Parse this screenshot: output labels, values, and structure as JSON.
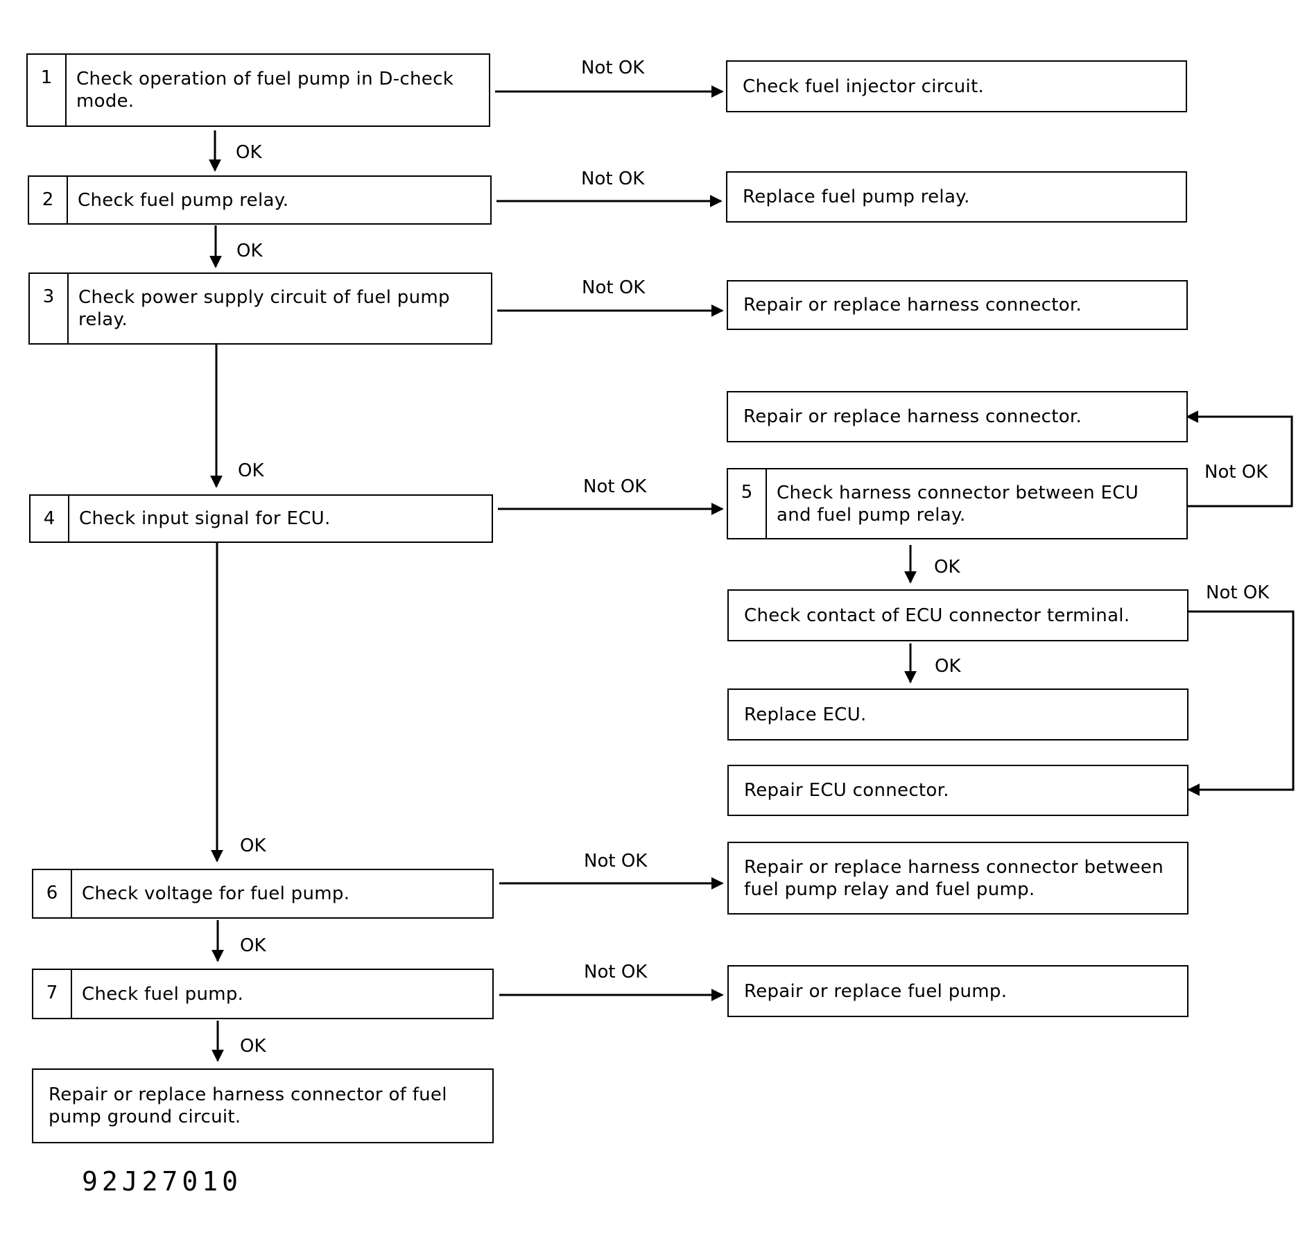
{
  "steps": {
    "s1": {
      "num": "1",
      "text": "Check operation of fuel pump in D-check mode."
    },
    "s2": {
      "num": "2",
      "text": "Check fuel pump relay."
    },
    "s3": {
      "num": "3",
      "text": "Check power supply circuit of fuel pump relay."
    },
    "s4": {
      "num": "4",
      "text": "Check input signal for ECU."
    },
    "s5": {
      "num": "5",
      "text": "Check harness connector between ECU and fuel pump relay."
    },
    "s6": {
      "num": "6",
      "text": "Check voltage for fuel pump."
    },
    "s7": {
      "num": "7",
      "text": "Check fuel pump."
    }
  },
  "outcomes": {
    "o1": "Check fuel injector circuit.",
    "o2": "Replace fuel pump relay.",
    "o3": "Repair or replace harness connector.",
    "o4": "Repair or replace harness connector.",
    "o5": "Check contact of ECU connector terminal.",
    "o6": "Replace ECU.",
    "o7": "Repair ECU connector.",
    "o8": "Repair or replace harness connector between fuel pump relay and fuel pump.",
    "o9": "Repair or replace fuel pump.",
    "o10": "Repair or replace harness connector of fuel pump ground circuit."
  },
  "labels": {
    "ok": "OK",
    "not_ok": "Not OK"
  },
  "figure_code": "92J27010"
}
